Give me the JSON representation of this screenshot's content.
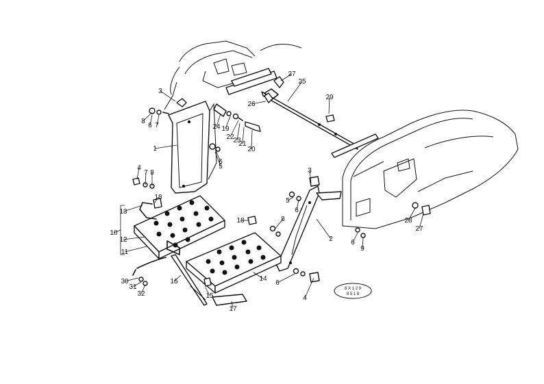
{
  "diagram": {
    "callouts": [
      "1",
      "2",
      "3",
      "3",
      "4",
      "4",
      "5",
      "5",
      "6",
      "6",
      "6",
      "6",
      "6",
      "7",
      "7",
      "8",
      "8",
      "8",
      "9",
      "10",
      "11",
      "12",
      "13",
      "14",
      "15",
      "16",
      "17",
      "18",
      "18",
      "19",
      "20",
      "21",
      "22",
      "23",
      "24",
      "25",
      "26",
      "27",
      "27",
      "28",
      "29",
      "30",
      "31",
      "32"
    ]
  },
  "stamp": {
    "line1": "8 X 1 2 9",
    "line2": "8 5 1 8"
  }
}
